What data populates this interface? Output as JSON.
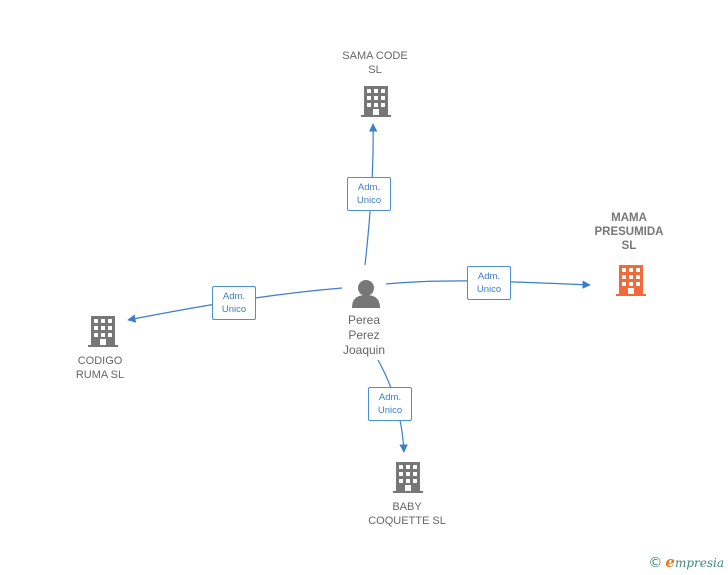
{
  "colors": {
    "edge": "#3b7ecb",
    "company": "#777777",
    "company_highlight": "#f26a3a",
    "person": "#777777"
  },
  "center": {
    "name": "Perea\nPerez\nJoaquin",
    "icon": "person-icon"
  },
  "nodes": [
    {
      "id": "sama",
      "name": "SAMA CODE\nSL",
      "icon": "building-icon",
      "highlight": false
    },
    {
      "id": "mama",
      "name": "MAMA\nPRESUMIDA\nSL",
      "icon": "building-icon",
      "highlight": true
    },
    {
      "id": "codigo",
      "name": "CODIGO\nRUMA SL",
      "icon": "building-icon",
      "highlight": false
    },
    {
      "id": "baby",
      "name": "BABY\nCOQUETTE SL",
      "icon": "building-icon",
      "highlight": false
    }
  ],
  "edges": [
    {
      "to": "sama",
      "label_line1": "Adm.",
      "label_line2": "Unico"
    },
    {
      "to": "mama",
      "label_line1": "Adm.",
      "label_line2": "Unico"
    },
    {
      "to": "codigo",
      "label_line1": "Adm.",
      "label_line2": "Unico"
    },
    {
      "to": "baby",
      "label_line1": "Adm.",
      "label_line2": "Unico"
    }
  ],
  "footer": {
    "copyright_symbol": "©",
    "brand_initial": "e",
    "brand_rest": "mpresia"
  }
}
